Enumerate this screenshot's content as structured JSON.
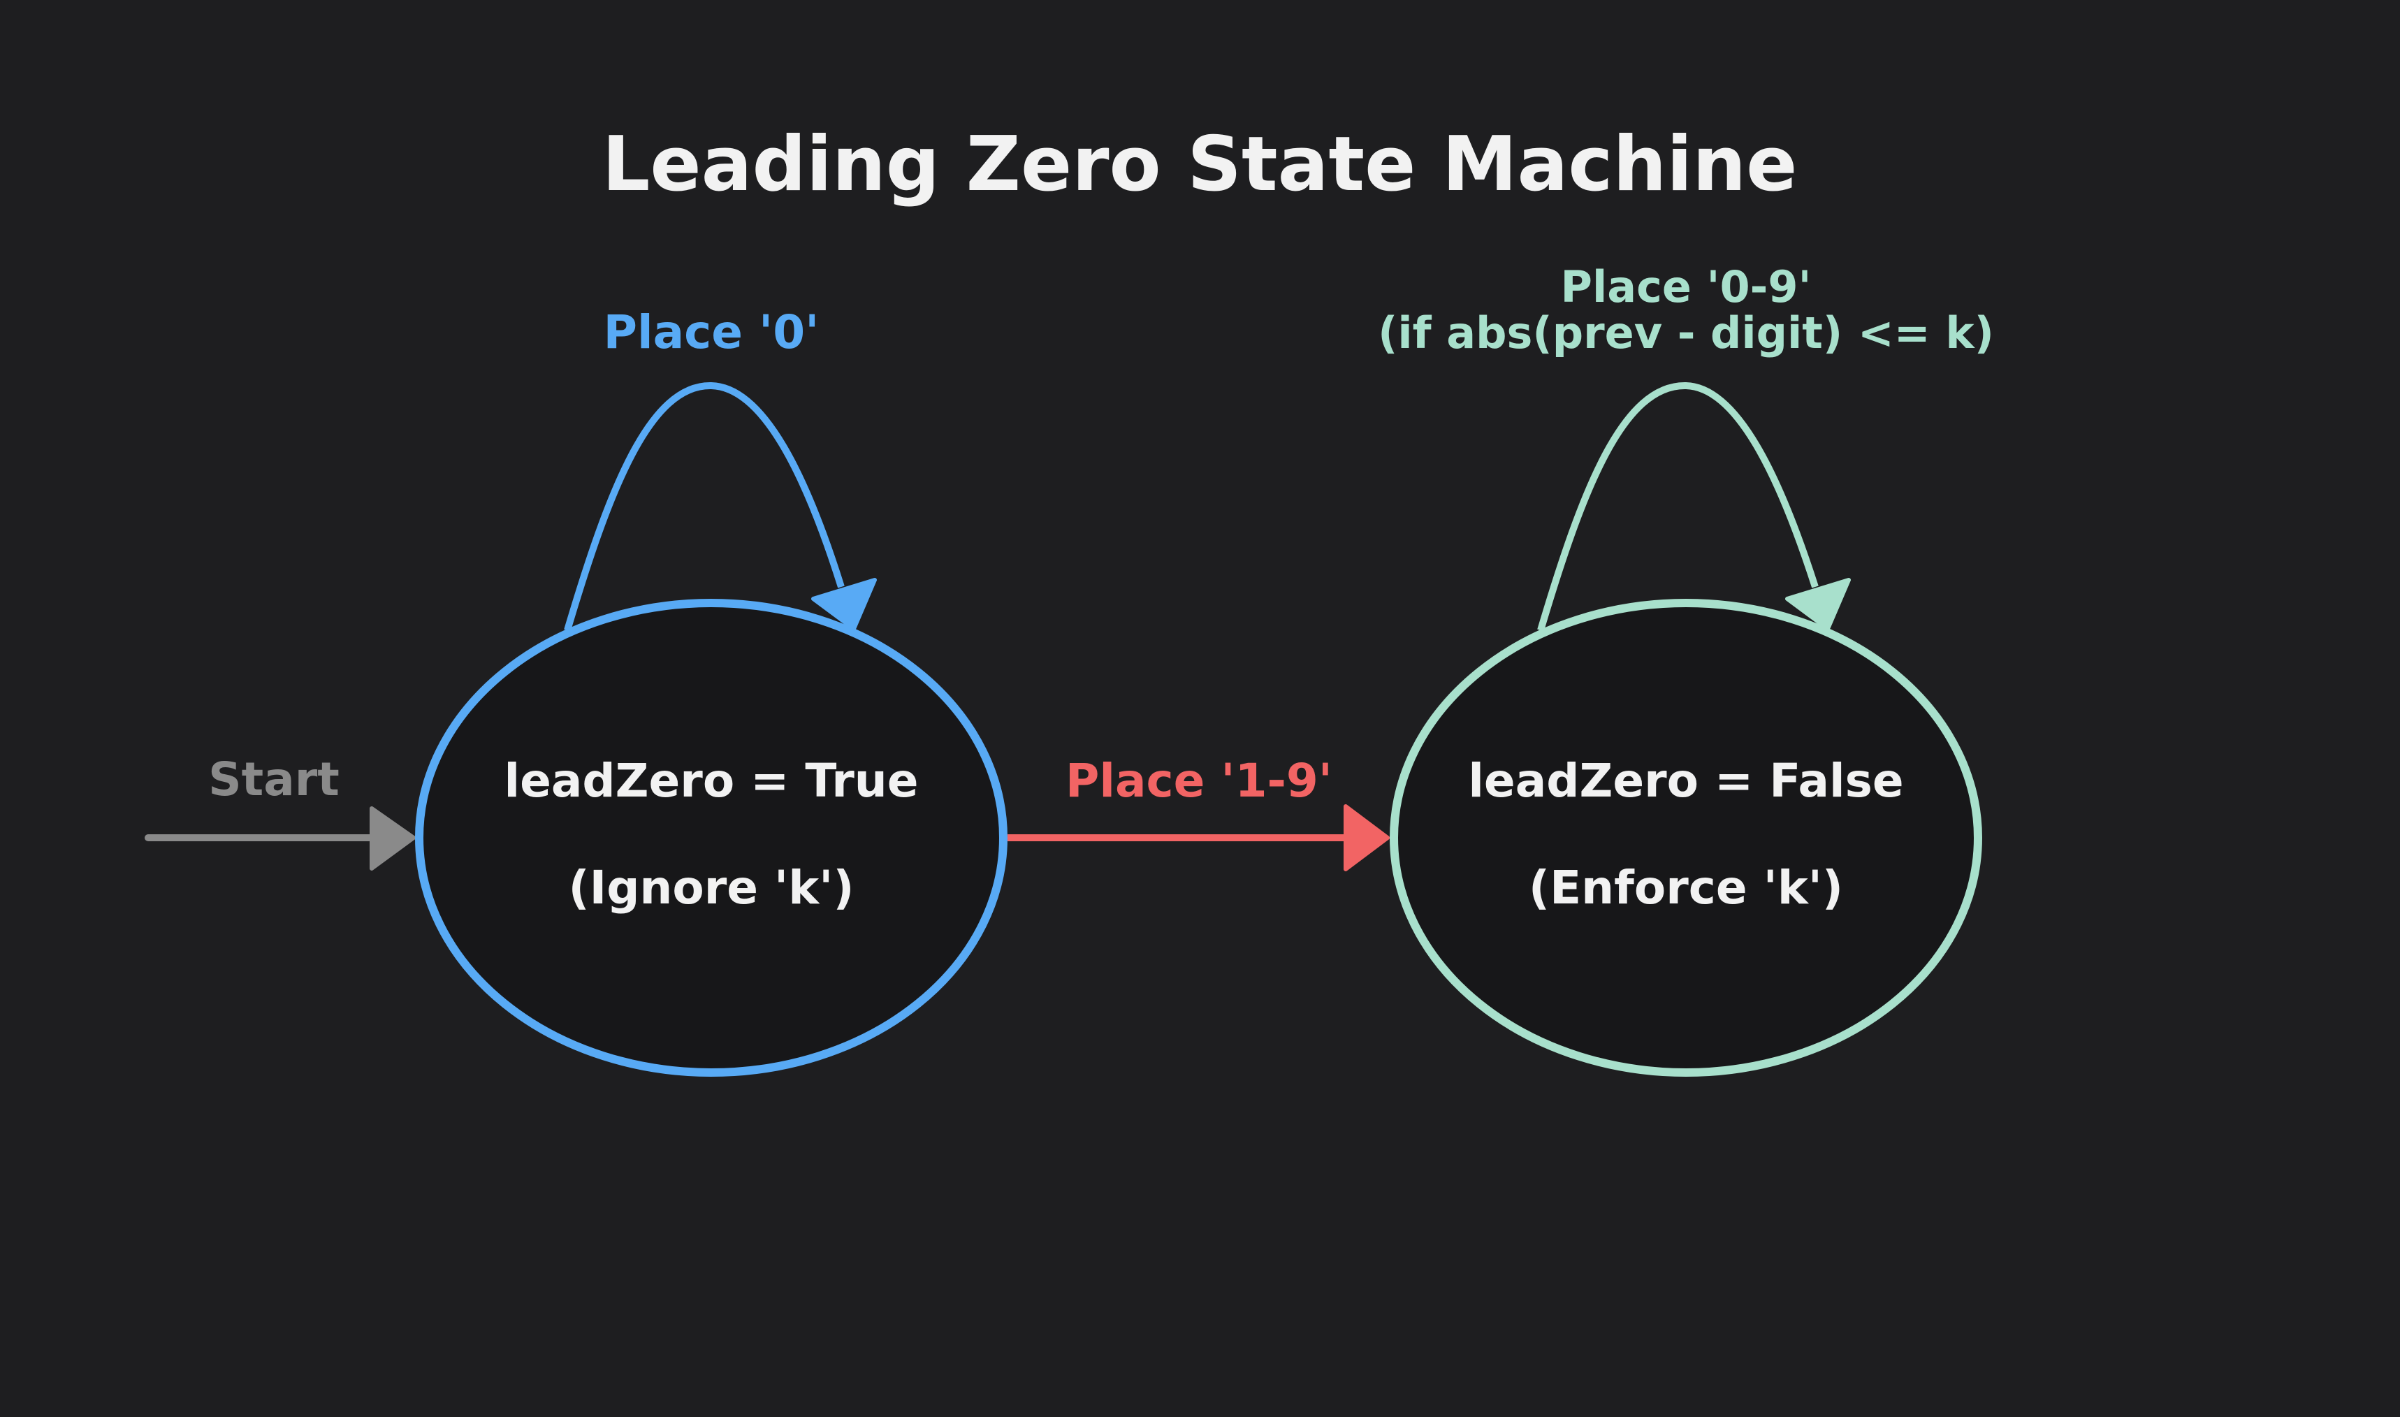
{
  "title": "Leading Zero State Machine",
  "colors": {
    "background": "#1e1e20",
    "node_fill": "#171719",
    "text_primary": "#f2f2f2",
    "start": "#8a8a8a",
    "state_true": "#58aaf5",
    "state_false": "#a8e0cc",
    "transition": "#f26464"
  },
  "start": {
    "label": "Start"
  },
  "states": [
    {
      "id": "lead-true",
      "label": "leadZero = True",
      "sublabel": "(Ignore 'k')",
      "self_loop_label": "Place '0'"
    },
    {
      "id": "lead-false",
      "label": "leadZero = False",
      "sublabel": "(Enforce 'k')",
      "self_loop_label_line1": "Place '0-9'",
      "self_loop_label_line2": "(if abs(prev - digit) <= k)"
    }
  ],
  "transition": {
    "label": "Place '1-9'"
  }
}
